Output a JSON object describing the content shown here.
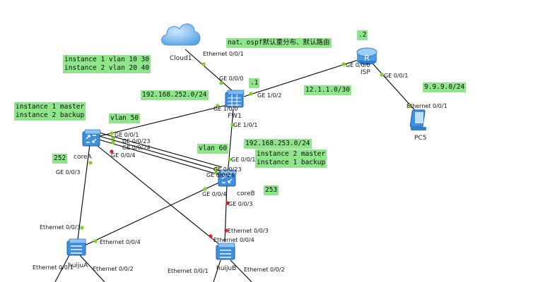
{
  "notes": {
    "nat_ospf": "nat、ospf默认重分布、默认路由",
    "isp_addr": ".2",
    "instances": "instance 1 vlan 10 30\ninstance 2 vlan 20 40",
    "fw_subnet": "192.168.252.0/24",
    "fw_addr": ".1",
    "isp_subnet": "12.1.1.0/30",
    "pc_subnet": "9.9.9.0/24",
    "corea_role": "instance 1 master\ninstance 2 backup",
    "vlan50": "vlan 50",
    "vlan60": "vlan 60",
    "coreb_subnet": "192.168.253.0/24",
    "coreb_role": "instance 2 master\ninstance 1 backup",
    "n252": "252",
    "n253": "253"
  },
  "devices": {
    "cloud": "Cloud1",
    "fw": "FW1",
    "isp": "ISP",
    "pc": "PC5",
    "corea": "coreA",
    "coreb": "coreB",
    "huijua": "huijuA",
    "huijub": "huijuB"
  },
  "ports": {
    "cloud_eth": "Ethernet 0/0/1",
    "fw_ge000": "GE 0/0/0",
    "fw_ge102": "GE 1/0/2",
    "fw_ge100": "GE 1/0/0",
    "fw_ge101": "GE 1/0/1",
    "isp_ge000": "GE 0/0/0",
    "isp_ge001": "GE 0/0/1",
    "pc_eth": "Ethernet 0/0/1",
    "corea_ge001": "GE 0/0/1",
    "corea_ge023": "GE 0/0/23",
    "corea_ge024": "GE 0/0/24",
    "corea_ge004": "GE 0/0/4",
    "corea_ge003": "GE 0/0/3",
    "coreb_ge001": "GE 0/0/1",
    "coreb_ge023": "GE 0/0/23",
    "coreb_ge024": "GE 0/0/24",
    "coreb_ge004": "GE 0/0/4",
    "coreb_ge003": "GE 0/0/3",
    "ha_eth003": "Ethernet 0/0/3",
    "ha_eth004": "Ethernet 0/0/4",
    "ha_eth001": "Ethernet 0/0/1",
    "ha_eth002": "Ethernet 0/0/2",
    "hb_eth003": "Ethernet 0/0/3",
    "hb_eth004": "Ethernet 0/0/4",
    "hb_eth001": "Ethernet 0/0/1",
    "hb_eth002": "Ethernet 0/0/2"
  },
  "colors": {
    "note_bg": "#8ee58a",
    "port_dot": "#7ed321",
    "down_dot": "#e02020",
    "switch_blue": "#3f8fe0",
    "cloud_blue": "#6fb4ee"
  }
}
